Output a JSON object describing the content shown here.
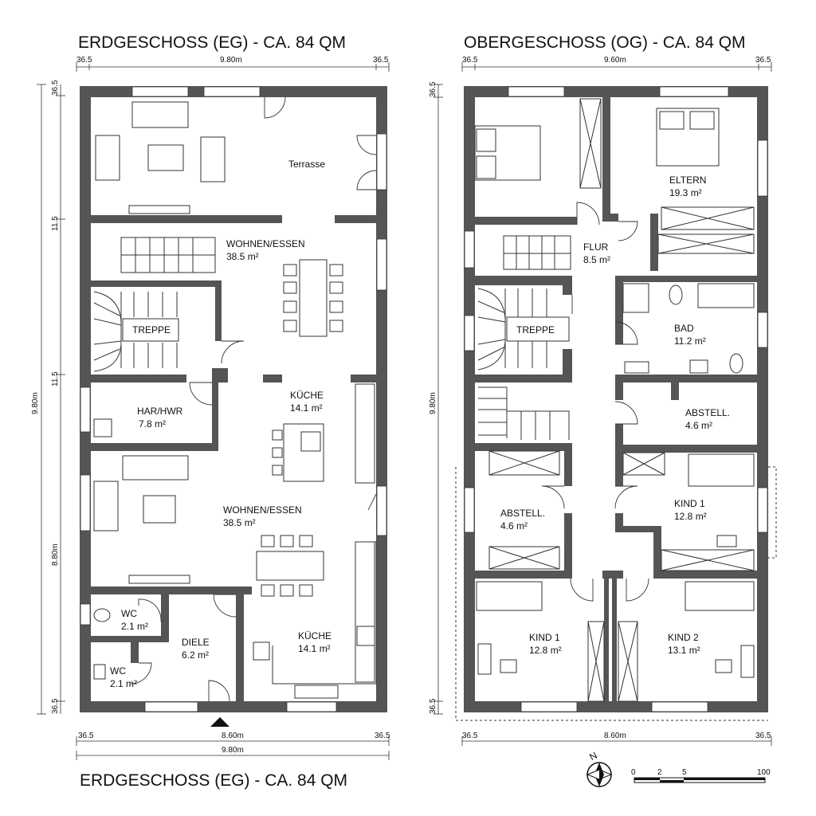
{
  "titles": {
    "eg_top": "ERDGESCHOSS (EG) - CA. 84 QM",
    "og_top": "OBERGESCHOSS (OG)  - CA. 84 QM",
    "eg_bottom": "ERDGESCHOSS (EG) - CA. 84 QM"
  },
  "eg_rooms": [
    {
      "name": "Terrasse",
      "area": ""
    },
    {
      "name": "WOHNEN/ESSEN",
      "area": "38.5 m²"
    },
    {
      "name": "TREPPE",
      "area": ""
    },
    {
      "name": "HAR/HWR",
      "area": "7.8 m²"
    },
    {
      "name": "KÜCHE",
      "area": "14.1 m²"
    },
    {
      "name": "WOHNEN/ESSEN",
      "area": "38.5 m²"
    },
    {
      "name": "WC",
      "area": "2.1 m²"
    },
    {
      "name": "DIELE",
      "area": "6.2 m²"
    },
    {
      "name": "KÜCHE",
      "area": "14.1 m²"
    },
    {
      "name": "WC",
      "area": "2.1 m²"
    }
  ],
  "og_rooms": [
    {
      "name": "ELTERN",
      "area": "19.3 m²"
    },
    {
      "name": "FLUR",
      "area": "8.5 m²"
    },
    {
      "name": "TREPPE",
      "area": ""
    },
    {
      "name": "BAD",
      "area": "11.2 m²"
    },
    {
      "name": "ABSTELL.",
      "area": "4.6 m²"
    },
    {
      "name": "ABSTELL.",
      "area": "4.6 m²"
    },
    {
      "name": "KIND 1",
      "area": "12.8 m²"
    },
    {
      "name": "KIND 1",
      "area": "12.8 m²"
    },
    {
      "name": "KIND 2",
      "area": "13.1 m²"
    }
  ],
  "dims": {
    "eg_top": {
      "left": "36.5",
      "mid": "9.80m",
      "right": "36.5"
    },
    "og_top": {
      "left": "36.5",
      "mid": "9.60m",
      "right": "36.5"
    },
    "eg_bottom": {
      "left": "36.5",
      "mid": "8.60m",
      "right": "36.5",
      "total": "9.80m"
    },
    "og_bottom": {
      "left": "36.5",
      "mid": "8.60m",
      "right": "36.5"
    },
    "eg_side_outer": "9.80m",
    "eg_side_inner": [
      "36.5",
      "11.5",
      "11.5",
      "8.80m",
      "36.5"
    ],
    "og_side": {
      "top": "36.5",
      "mid": "9.80m",
      "bottom": "36.5"
    }
  },
  "compass": {
    "label": "N"
  },
  "scale": {
    "labels": [
      "0",
      "2",
      "5",
      "100"
    ]
  },
  "colors": {
    "wall": "#555555",
    "ink": "#111111"
  }
}
